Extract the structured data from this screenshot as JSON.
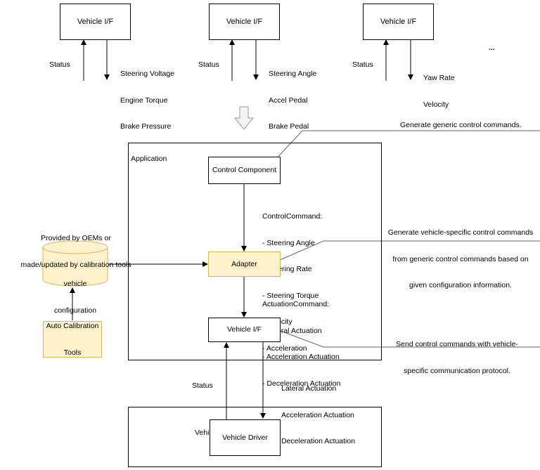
{
  "top_row": [
    {
      "box": "Vehicle I/F",
      "status": "Status",
      "signals": [
        "Steering Voltage",
        "Engine Torque",
        "Brake Pressure"
      ]
    },
    {
      "box": "Vehicle I/F",
      "status": "Status",
      "signals": [
        "Steering Angle",
        "Accel Pedal",
        "Brake Pedal"
      ]
    },
    {
      "box": "Vehicle I/F",
      "status": "Status",
      "signals": [
        "Yaw Rate",
        "Velocity"
      ]
    }
  ],
  "ellipsis": "...",
  "application": {
    "label": "Application",
    "control_component": "Control Component",
    "control_command": [
      "ControlCommand:",
      "- Steering Angle",
      "- Steering Rate",
      "- Steering Torque",
      "- Velocity",
      "- Acceleration"
    ],
    "adapter": "Adapter",
    "actuation_command": [
      "ActuationCommand:",
      "- Lateral Actuation",
      "- Acceleration Actuation",
      "- Deceleration Actuation"
    ],
    "vehicle_if": "Vehicle I/F"
  },
  "config": {
    "caption": [
      "Provided by OEMs or",
      "made/updated by calibration tools"
    ],
    "db_label": [
      "vehicle",
      "configuration"
    ],
    "tools": [
      "Auto Calibration",
      "Tools"
    ]
  },
  "notes": {
    "control": "Generate generic control commands.",
    "adapter": [
      "Generate vehicle-specific control commands",
      "from generic control commands based on",
      "given configuration information."
    ],
    "vehicle_if": [
      "Send control commands with vehicle-",
      "specific communication protocol."
    ]
  },
  "bottom": {
    "status": "Status",
    "actuations": [
      "Lateral Actuation",
      "Acceleration Actuation",
      "Deceleration Actuation"
    ],
    "outer_label": "Vehi",
    "driver": "Vehicle Driver"
  },
  "colors": {
    "highlight_fill": "#fff2cc",
    "highlight_stroke": "#d6b656",
    "arrow_gray": "#999999"
  }
}
